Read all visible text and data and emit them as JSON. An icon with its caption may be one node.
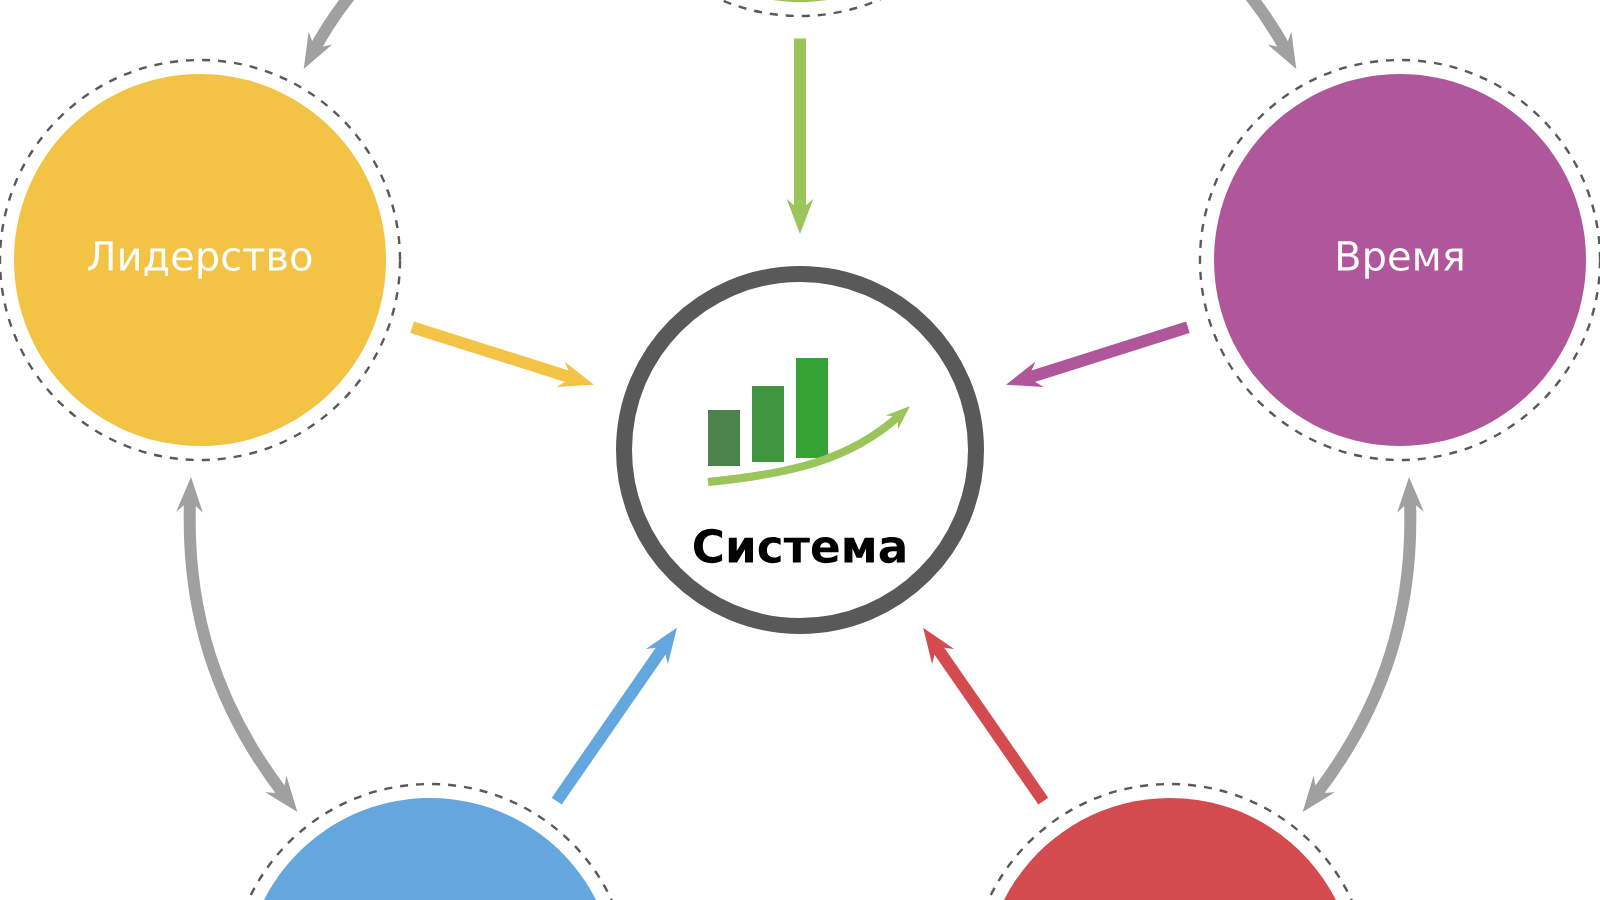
{
  "diagram": {
    "nodes": [
      {
        "text": [],
        "shape": "circle"
      },
      {
        "text": [
          "Лидерство"
        ]
      },
      {
        "text": [
          "Система"
        ]
      },
      {
        "text": [
          "Время"
        ]
      },
      {
        "text": [],
        "shape": "circle"
      },
      {
        "text": [],
        "shape": "circle"
      }
    ],
    "edges": [
      {
        "from": 0,
        "to": 2,
        "arrow": "to",
        "color": "#9bc45a"
      },
      {
        "from": 1,
        "to": 2,
        "arrow": "to",
        "color": "#f2c344"
      },
      {
        "from": 3,
        "to": 2,
        "arrow": "to",
        "color": "#b0569a"
      },
      {
        "from": 4,
        "to": 2,
        "arrow": "to",
        "color": "#64a6de"
      },
      {
        "from": 5,
        "to": 2,
        "arrow": "to",
        "color": "#d44b4f"
      },
      {
        "from": 0,
        "to": 1,
        "arrow": "to",
        "color": "#a0a0a0"
      },
      {
        "from": 0,
        "to": 3,
        "arrow": "to",
        "color": "#a0a0a0"
      },
      {
        "from": 1,
        "to": 4,
        "arrow": "both",
        "color": "#a0a0a0"
      },
      {
        "from": 3,
        "to": 5,
        "arrow": "both",
        "color": "#a0a0a0"
      }
    ]
  }
}
